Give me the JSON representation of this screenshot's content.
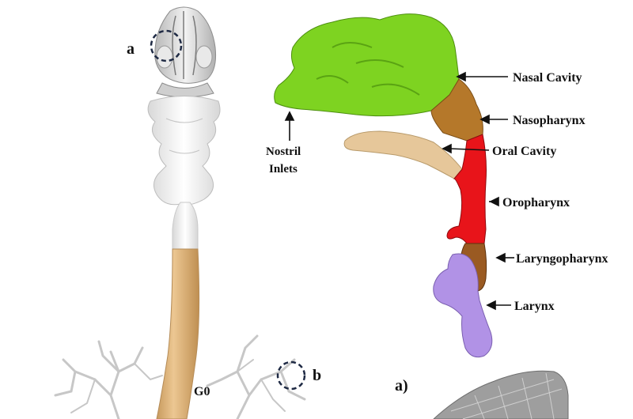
{
  "markers": {
    "a": "a",
    "b": "b"
  },
  "generation_label": "G0",
  "panel_label": "a)",
  "regions": {
    "nasal_cavity": "Nasal Cavity",
    "nasopharynx": "Nasopharynx",
    "oral_cavity": "Oral Cavity",
    "oropharynx": "Oropharynx",
    "laryngopharynx": "Laryngopharynx",
    "larynx": "Larynx",
    "nostril_line1": "Nostril",
    "nostril_line2": "Inlets"
  },
  "colors": {
    "nasal_cavity": "#7ed321",
    "nasopharynx": "#b5782a",
    "oral_cavity": "#e6c79a",
    "oropharynx": "#e8141a",
    "laryngopharynx": "#9a5a22",
    "larynx": "#b192e6",
    "trachea": "#e3b97f",
    "skull": "#d9d9d9",
    "dashed_circle": "#1f2a44"
  }
}
